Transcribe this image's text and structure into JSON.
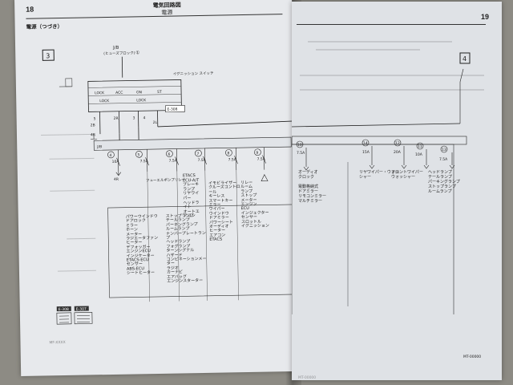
{
  "left": {
    "page_number": "18",
    "title": "電気回路図",
    "subtitle": "電源",
    "section": "電源（つづき）",
    "panel_number": "3",
    "jb_label": "J/B",
    "fuse_block_label": "(ヒューズブロック)",
    "fuse_circle": "①",
    "ignition_switch_label": "イグニッション\nスイッチ",
    "switch_positions": [
      "LOCK",
      "ACC",
      "ON",
      "ST",
      "LOCK",
      "LOCK"
    ],
    "connector_ref": "E-308",
    "branch_labels": [
      "5",
      "2B",
      "2R",
      "3",
      "4",
      "2L",
      "2L"
    ],
    "wire_notes": [
      "4R",
      "4R"
    ],
    "fuses": [
      {
        "num": "4",
        "rating": "10A"
      },
      {
        "num": "5",
        "rating": "7.5A"
      },
      {
        "num": "6",
        "rating": "7.5A"
      },
      {
        "num": "7",
        "rating": "7.5A"
      },
      {
        "num": "8",
        "rating": "7.5A"
      },
      {
        "num": "9",
        "rating": "7.5A"
      }
    ],
    "fuse_column_notes": [
      "4R",
      "フューエルポンプリレー"
    ],
    "load_list_1": [
      "ETACS",
      "ECU-A/T",
      "ブレーキランプ",
      "リヤワイパー",
      "ヘッドライト",
      "オートエアコン",
      "パワーウインドウ",
      "ドアロック",
      "ミラー",
      "ホーン",
      "メーター",
      "ラジエータファン",
      "ヒーター",
      "デフォッガー",
      "エンジンECU",
      "インジケーター",
      "ETACS-ECU",
      "センサー",
      "ABS-ECU",
      "シートヒーター"
    ],
    "load_list_2": [
      "ストップランプ",
      "テールランプ",
      "パーキングランプ",
      "ルームランプ",
      "ナンバープレートランプ",
      "ヘッドランプ",
      "フォグランプ",
      "ターンシグナル",
      "ハザード",
      "コンビネーションメーター",
      "ラジオ",
      "カーナビ",
      "エアバッグ",
      "エンジンスターター",
      "イモビライザー",
      "クルーズコントロール",
      "キーレス",
      "スマートキー",
      "ミラー",
      "ワイパー"
    ],
    "load_list_3": [
      "ウインドウ",
      "ドアミラー",
      "パワーシート",
      "オーディオ",
      "ヒーター",
      "エアコン",
      "ETACS",
      "リレー",
      "ルーム",
      "ランプ",
      "ストップ",
      "メーター"
    ],
    "load_list_4": [
      "エンジン",
      "ECU",
      "インジェクター",
      "センサー",
      "スロットル",
      "イグニッション"
    ],
    "legend_codes": [
      "E-308",
      "E-307"
    ],
    "footer": "MF-XXXX"
  },
  "right": {
    "page_number": "19",
    "panel_number": "4",
    "fuses": [
      {
        "num": "10",
        "rating": "7.5A"
      },
      {
        "num": "14",
        "rating": "15A"
      },
      {
        "num": "12",
        "rating": "20A"
      },
      {
        "num": "11",
        "rating": "10A"
      },
      {
        "num": "13",
        "rating": "7.5A"
      }
    ],
    "load_labels": [
      [
        "オーディオ",
        "クロック"
      ],
      [
        "電動格納式",
        "ドアミラー",
        "リモコンミラー",
        "マルチミラー"
      ],
      [
        "リヤワイパー・ウォッシャー"
      ],
      [
        "フロントワイパー",
        "ウォッシャー"
      ],
      [
        "ヘッドランプ",
        "テールランプ",
        "パーキングランプ",
        "ストップランプ",
        "ルームランプ"
      ]
    ],
    "footer": "MT-00000"
  },
  "colors": {
    "paper": "#e7e9ec",
    "ink": "#222222",
    "desk": "#8d8b84",
    "box_bg": "#e1e4e8"
  }
}
